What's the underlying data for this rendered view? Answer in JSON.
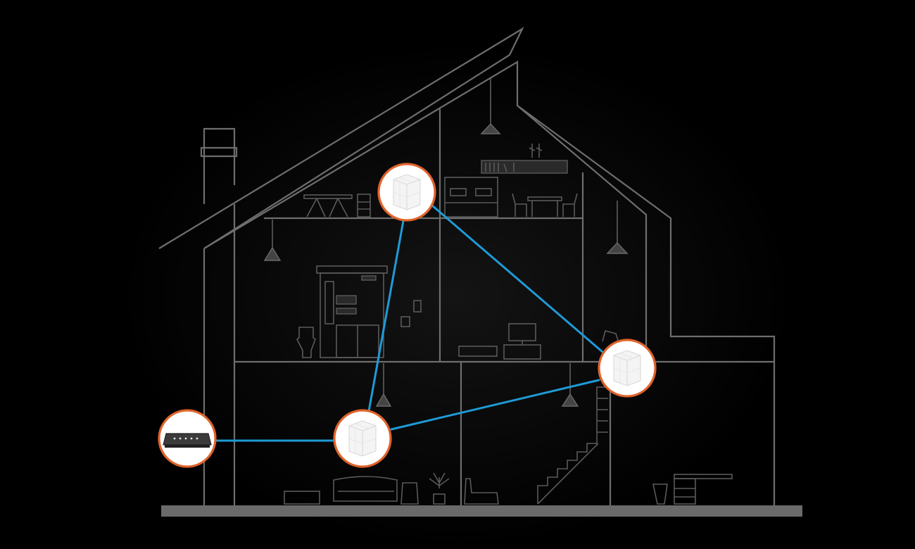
{
  "diagram": {
    "background_color": "#000000",
    "line_color": "#6e6e6e",
    "link_color": "#1e9bd7",
    "node_ring_color": "#e0632a",
    "nodes": [
      {
        "id": "router",
        "icon": "router-icon"
      },
      {
        "id": "mesh-ground",
        "icon": "mesh-unit-icon"
      },
      {
        "id": "mesh-attic",
        "icon": "mesh-unit-icon"
      },
      {
        "id": "mesh-right",
        "icon": "mesh-unit-icon"
      }
    ],
    "links": [
      {
        "from": "router",
        "to": "mesh-ground"
      },
      {
        "from": "mesh-ground",
        "to": "mesh-attic"
      },
      {
        "from": "mesh-ground",
        "to": "mesh-right"
      },
      {
        "from": "mesh-attic",
        "to": "mesh-right"
      }
    ]
  }
}
